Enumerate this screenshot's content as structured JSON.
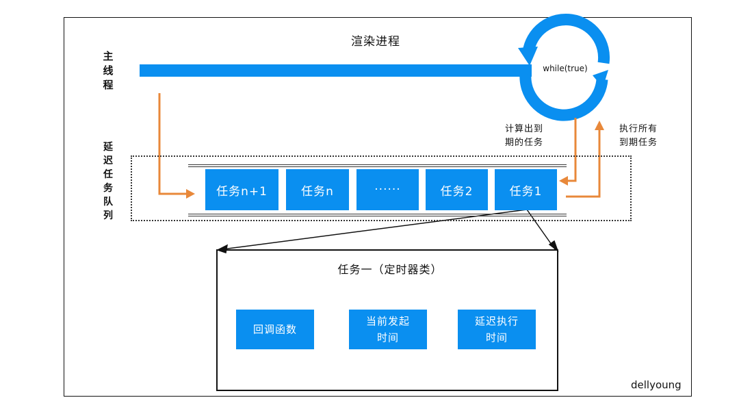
{
  "diagram": {
    "title": "渲染进程",
    "main_thread_label": "主\n线\n程",
    "queue_label": "延\n迟\n任\n务\n队\n列",
    "loop_label": "while(true)",
    "note_left": "计算出到\n期的任务",
    "note_right": "执行所有\n到期任务",
    "tasks": [
      "任务n+1",
      "任务n",
      "······",
      "任务2",
      "任务1"
    ],
    "detail_title": "任务一（定时器类）",
    "detail_fields": [
      "回调函数",
      "当前发起\n时间",
      "延迟执行\n时间"
    ],
    "credit": "dellyoung"
  },
  "colors": {
    "blue": "#0a8ff0",
    "orange": "#e8883a",
    "line": "#111111"
  }
}
